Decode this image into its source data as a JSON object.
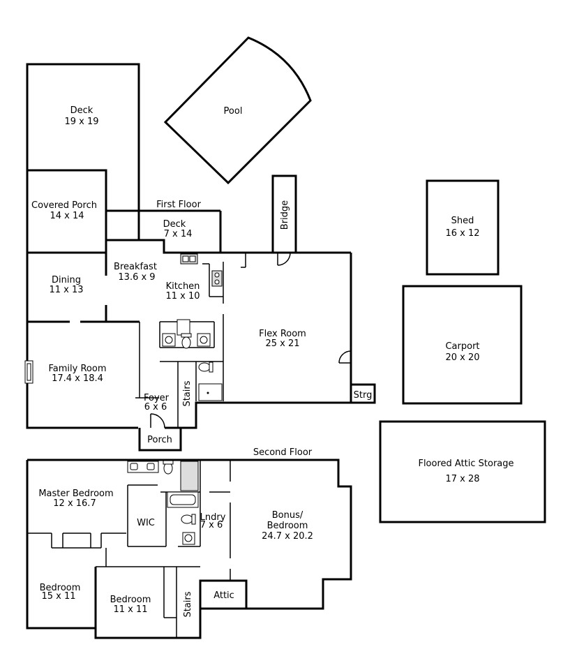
{
  "floors": {
    "first": "First Floor",
    "second": "Second Floor"
  },
  "rooms": {
    "deck_large": {
      "name": "Deck",
      "dims": "19 x 19"
    },
    "pool": {
      "name": "Pool"
    },
    "covered_porch": {
      "name": "Covered Porch",
      "dims": "14 x 14"
    },
    "deck_small": {
      "name": "Deck",
      "dims": "7 x 14"
    },
    "bridge": {
      "name": "Bridge"
    },
    "shed": {
      "name": "Shed",
      "dims": "16 x 12"
    },
    "dining": {
      "name": "Dining",
      "dims": "11 x 13"
    },
    "breakfast": {
      "name": "Breakfast",
      "dims": "13.6 x 9"
    },
    "kitchen": {
      "name": "Kitchen",
      "dims": "11 x 10"
    },
    "flex_room": {
      "name": "Flex Room",
      "dims": "25 x 21"
    },
    "carport": {
      "name": "Carport",
      "dims": "20 x 20"
    },
    "family_room": {
      "name": "Family Room",
      "dims": "17.4 x 18.4"
    },
    "foyer": {
      "name": "Foyer",
      "dims": "6 x 6"
    },
    "stairs_first": {
      "name": "Stairs"
    },
    "strg": {
      "name": "Strg"
    },
    "porch": {
      "name": "Porch"
    },
    "attic_storage": {
      "name": "Floored Attic Storage",
      "dims": "17 x 28"
    },
    "master_bedroom": {
      "name": "Master Bedroom",
      "dims": "12 x 16.7"
    },
    "wic": {
      "name": "WIC"
    },
    "laundry": {
      "name": "Lndry",
      "dims": "7 x 6"
    },
    "bonus": {
      "name_line1": "Bonus/",
      "name_line2": "Bedroom",
      "dims": "24.7 x 20.2"
    },
    "bedroom_left": {
      "name": "Bedroom",
      "dims": "15 x 11"
    },
    "bedroom_mid": {
      "name": "Bedroom",
      "dims": "11 x 11"
    },
    "stairs_second": {
      "name": "Stairs"
    },
    "attic": {
      "name": "Attic"
    }
  }
}
